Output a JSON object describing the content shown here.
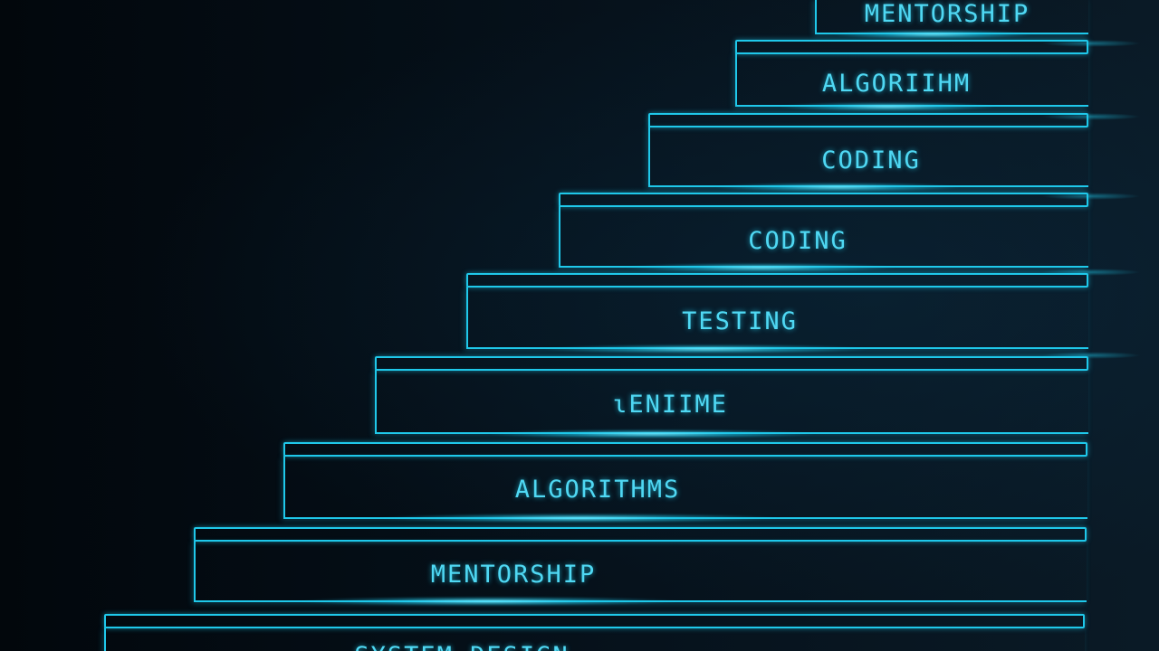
{
  "steps": [
    {
      "label": "SYSTEM DESIGN"
    },
    {
      "label": "MENTORSHIP"
    },
    {
      "label": "ALGORITHMS"
    },
    {
      "label": "ɩENIIME"
    },
    {
      "label": "TESTING"
    },
    {
      "label": "CODING"
    },
    {
      "label": "CODING"
    },
    {
      "label": "ALGORIIHM"
    },
    {
      "label": "MENTORSHIP"
    }
  ]
}
